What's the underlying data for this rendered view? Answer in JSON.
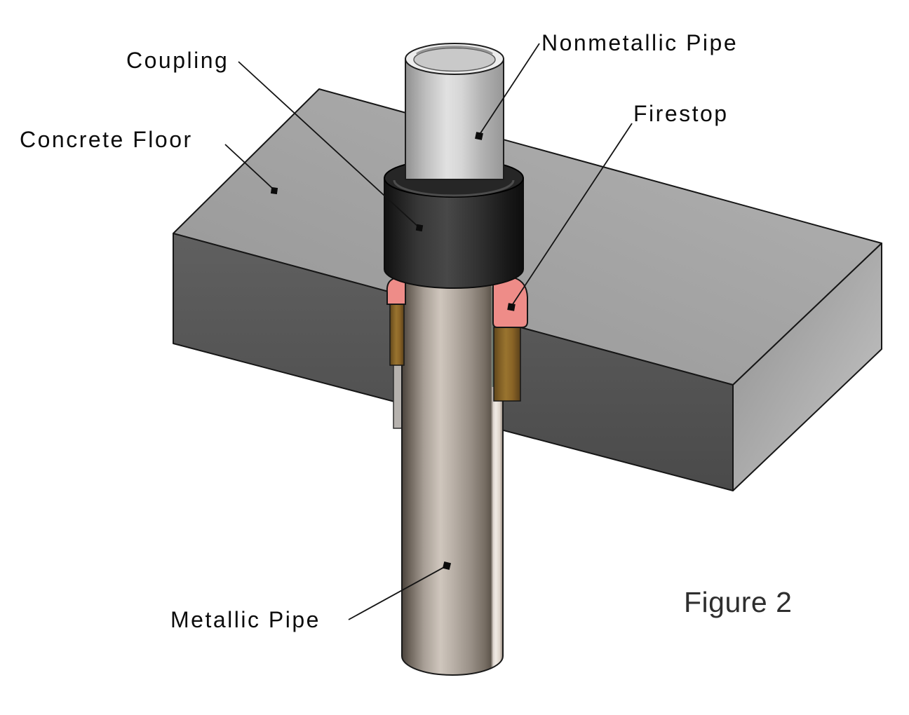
{
  "figure": {
    "caption": "Figure 2",
    "description": "Isometric cutaway diagram of a through-floor pipe penetration: a nonmetallic pipe joined by a coupling to a metallic pipe passing through a concrete floor, sealed with a firestop"
  },
  "labels": {
    "coupling": "Coupling",
    "nonmetallic_pipe": "Nonmetallic Pipe",
    "concrete_floor": "Concrete Floor",
    "firestop": "Firestop",
    "metallic_pipe": "Metallic Pipe"
  },
  "colors": {
    "background": "#ffffff",
    "concrete_top_face": "#a6a6a6",
    "concrete_front_face": "#545454",
    "concrete_right_face": "#a3a3a3",
    "coupling_body": "#2f2f2f",
    "nonmetallic_pipe": "#d6d6d6",
    "metallic_pipe": "#b0a79e",
    "firestop_sealant": "#ee8c88",
    "sleeve_cut_face": "#8f6a28",
    "outline": "#161616",
    "label_text": "#0c0c0c",
    "caption_text": "#2e2e2e"
  }
}
